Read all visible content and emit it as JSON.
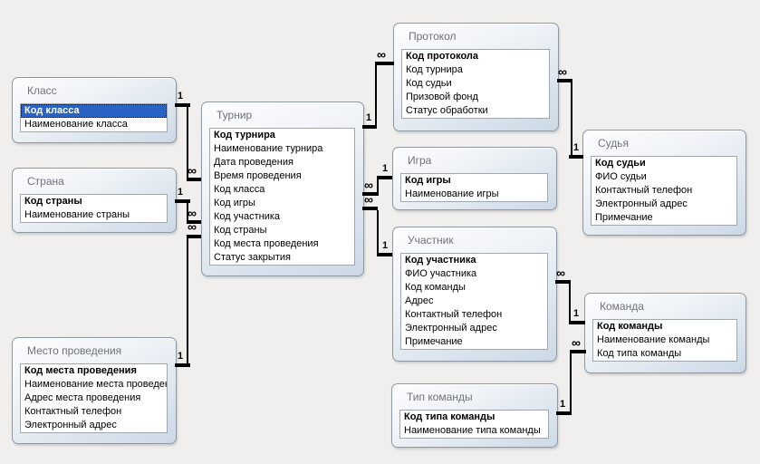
{
  "colors": {
    "background": "#f0efed",
    "selection_blue": "#2b63c4",
    "relationship_line": "#000000",
    "table_title_gray": "#6e737b"
  },
  "tables": [
    {
      "id": "class",
      "title": "Класс",
      "fields": [
        {
          "name": "Код класса",
          "pk": true,
          "selected": true
        },
        {
          "name": "Наименование класса"
        }
      ]
    },
    {
      "id": "country",
      "title": "Страна",
      "fields": [
        {
          "name": "Код страны",
          "pk": true
        },
        {
          "name": "Наименование страны"
        }
      ]
    },
    {
      "id": "venue",
      "title": "Место проведения",
      "fields": [
        {
          "name": "Код места проведения",
          "pk": true
        },
        {
          "name": "Наименование места проведения"
        },
        {
          "name": "Адрес места проведения"
        },
        {
          "name": "Контактный телефон"
        },
        {
          "name": "Электронный адрес"
        }
      ]
    },
    {
      "id": "tournament",
      "title": "Турнир",
      "fields": [
        {
          "name": "Код турнира",
          "pk": true
        },
        {
          "name": "Наименование турнира"
        },
        {
          "name": "Дата проведения"
        },
        {
          "name": "Время проведения"
        },
        {
          "name": "Код класса"
        },
        {
          "name": "Код игры"
        },
        {
          "name": "Код участника"
        },
        {
          "name": "Код страны"
        },
        {
          "name": "Код места проведения"
        },
        {
          "name": "Статус закрытия"
        }
      ]
    },
    {
      "id": "protocol",
      "title": "Протокол",
      "fields": [
        {
          "name": "Код протокола",
          "pk": true
        },
        {
          "name": "Код турнира"
        },
        {
          "name": "Код судьи"
        },
        {
          "name": "Призовой фонд"
        },
        {
          "name": "Статус обработки"
        }
      ]
    },
    {
      "id": "game",
      "title": "Игра",
      "fields": [
        {
          "name": "Код игры",
          "pk": true
        },
        {
          "name": "Наименование игры"
        }
      ]
    },
    {
      "id": "participant",
      "title": "Участник",
      "fields": [
        {
          "name": "Код участника",
          "pk": true
        },
        {
          "name": "ФИО участника"
        },
        {
          "name": "Код команды"
        },
        {
          "name": "Адрес"
        },
        {
          "name": "Контактный телефон"
        },
        {
          "name": "Электронный адрес"
        },
        {
          "name": "Примечание"
        }
      ]
    },
    {
      "id": "team-type",
      "title": "Тип команды",
      "fields": [
        {
          "name": "Код типа команды",
          "pk": true
        },
        {
          "name": "Наименование типа команды"
        }
      ]
    },
    {
      "id": "judge",
      "title": "Судья",
      "fields": [
        {
          "name": "Код судьи",
          "pk": true
        },
        {
          "name": "ФИО судьи"
        },
        {
          "name": "Контактный телефон"
        },
        {
          "name": "Электронный адрес"
        },
        {
          "name": "Примечание"
        }
      ]
    },
    {
      "id": "team",
      "title": "Команда",
      "fields": [
        {
          "name": "Код команды",
          "pk": true
        },
        {
          "name": "Наименование команды"
        },
        {
          "name": "Код типа команды"
        }
      ]
    }
  ],
  "connectors": [
    {
      "one_table": "Класс",
      "many_table": "Турнир",
      "field": "Код класса",
      "one": "1",
      "many": "∞"
    },
    {
      "one_table": "Страна",
      "many_table": "Турнир",
      "field": "Код страны",
      "one": "1",
      "many": "∞"
    },
    {
      "one_table": "Место проведения",
      "many_table": "Турнир",
      "field": "Код места проведения",
      "one": "1",
      "many": "∞"
    },
    {
      "one_table": "Турнир",
      "many_table": "Протокол",
      "field": "Код турнира",
      "one": "1",
      "many": "∞"
    },
    {
      "one_table": "Игра",
      "many_table": "Турнир",
      "field": "Код игры",
      "one": "1",
      "many": "∞"
    },
    {
      "one_table": "Участник",
      "many_table": "Турнир",
      "field": "Код участника",
      "one": "1",
      "many": "∞"
    },
    {
      "one_table": "Судья",
      "many_table": "Протокол",
      "field": "Код судьи",
      "one": "1",
      "many": "∞"
    },
    {
      "one_table": "Команда",
      "many_table": "Участник",
      "field": "Код команды",
      "one": "1",
      "many": "∞"
    },
    {
      "one_table": "Тип команды",
      "many_table": "Команда",
      "field": "Код типа команды",
      "one": "1",
      "many": "∞"
    }
  ]
}
